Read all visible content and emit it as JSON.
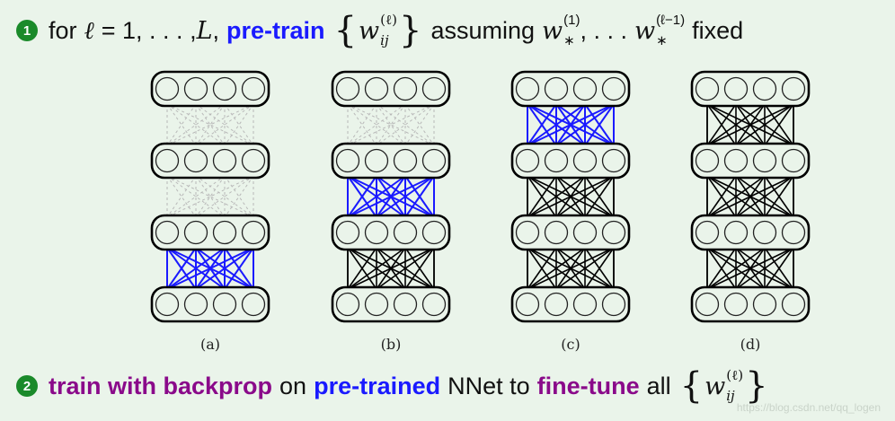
{
  "step1": {
    "number": "1",
    "text_for": "for",
    "math_l": "ℓ",
    "math_range": "= 1, . . . , ",
    "math_L": "L",
    "comma": ",",
    "keyword": "pre-train",
    "weight_symbol": "w",
    "weight_sub": "ij",
    "weight_sup": "(ℓ)",
    "text_assuming": "assuming",
    "fixed_symbol": "w",
    "fixed_sub": "∗",
    "fixed_sup_1": "(1)",
    "ellipsis": ", . . .",
    "fixed_sup_2": "(ℓ−1)",
    "text_fixed": "fixed"
  },
  "panels": [
    {
      "caption": "(a)",
      "trained_connection": 1
    },
    {
      "caption": "(b)",
      "trained_connection": 2
    },
    {
      "caption": "(c)",
      "trained_connection": 3
    },
    {
      "caption": "(d)",
      "trained_connection": 0
    }
  ],
  "step2": {
    "number": "2",
    "kw_train": "train with backprop",
    "text_on": "on",
    "kw_pretrained": "pre-trained",
    "text_nnet": "NNet to",
    "kw_finetune": "fine-tune",
    "text_all": "all",
    "weight_symbol": "w",
    "weight_sub": "ij",
    "weight_sup": "(ℓ)"
  },
  "watermark": "https://blog.csdn.net/qq_logen",
  "colors": {
    "background": "#eaf4ea",
    "bullet": "#1a8a2a",
    "blue": "#1a1aff",
    "purple": "#8a0a8a",
    "trained_edges": "#1a1aff",
    "fixed_edges": "#000000",
    "untrained_edges": "#b8b8b8"
  }
}
